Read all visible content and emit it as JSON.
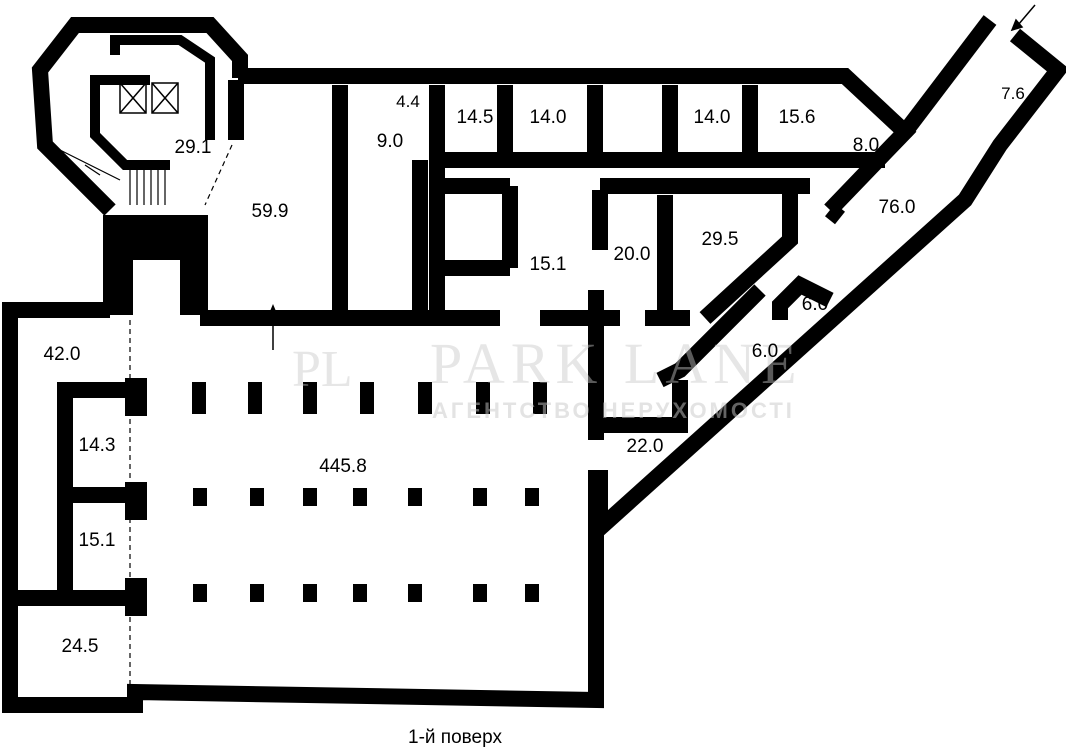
{
  "plan": {
    "caption": "1-й поверх",
    "rooms": [
      {
        "id": "r29-1",
        "area": "29.1"
      },
      {
        "id": "r59-9",
        "area": "59.9"
      },
      {
        "id": "r4-4",
        "area": "4.4"
      },
      {
        "id": "r9-0",
        "area": "9.0"
      },
      {
        "id": "r14-5",
        "area": "14.5"
      },
      {
        "id": "r14-0a",
        "area": "14.0"
      },
      {
        "id": "r14-0b",
        "area": "14.0"
      },
      {
        "id": "r15-6",
        "area": "15.6"
      },
      {
        "id": "r8-0",
        "area": "8.0"
      },
      {
        "id": "r7-6",
        "area": "7.6"
      },
      {
        "id": "r76-0",
        "area": "76.0"
      },
      {
        "id": "r29-5",
        "area": "29.5"
      },
      {
        "id": "r20-0",
        "area": "20.0"
      },
      {
        "id": "r15-1a",
        "area": "15.1"
      },
      {
        "id": "r6-0a",
        "area": "6.0"
      },
      {
        "id": "r6-0b",
        "area": "6.0"
      },
      {
        "id": "r42-0",
        "area": "42.0"
      },
      {
        "id": "r14-3",
        "area": "14.3"
      },
      {
        "id": "r445-8",
        "area": "445.8"
      },
      {
        "id": "r22-0",
        "area": "22.0"
      },
      {
        "id": "r15-1b",
        "area": "15.1"
      },
      {
        "id": "r24-5",
        "area": "24.5"
      }
    ]
  },
  "watermark": {
    "logo": "PL",
    "brand": "PARK LANE",
    "subtitle": "АГЕНТСТВО НЕРУХОМОСТІ"
  },
  "colors": {
    "wall": "#000000",
    "background": "#ffffff",
    "watermark": "#c8c8c8"
  }
}
